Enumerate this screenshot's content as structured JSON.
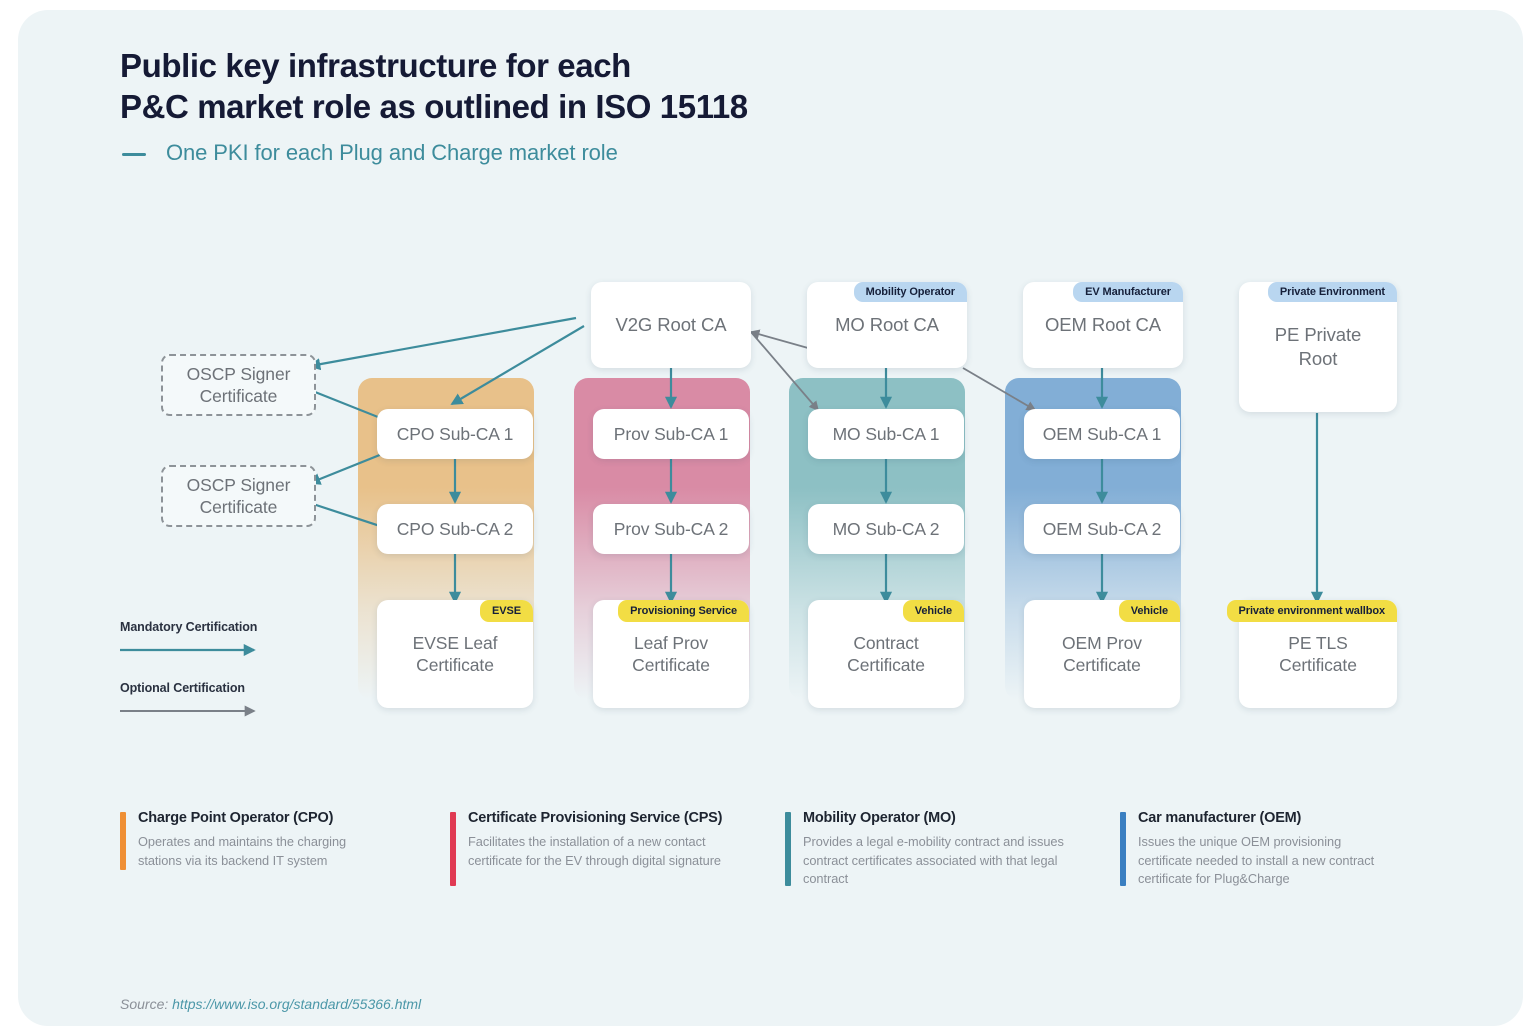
{
  "header": {
    "title_line1": "Public key infrastructure for each",
    "title_line2": "P&C market role as outlined in ISO 15118",
    "subtitle": "One PKI for each Plug and Charge market role"
  },
  "diagram": {
    "roots": [
      {
        "id": "v2g",
        "label": "V2G Root CA",
        "badge": null
      },
      {
        "id": "mo",
        "label": "MO Root CA",
        "badge": "Mobility Operator"
      },
      {
        "id": "oem",
        "label": "OEM Root CA",
        "badge": "EV Manufacturer"
      },
      {
        "id": "pe",
        "label": "PE Private\nRoot",
        "badge": "Private Environment"
      }
    ],
    "ocsp": [
      {
        "id": "ocsp1",
        "label": "OSCP Signer\nCertificate"
      },
      {
        "id": "ocsp2",
        "label": "OSCP Signer\nCertificate"
      }
    ],
    "columns": [
      {
        "id": "cpo",
        "color": "#e8c18a",
        "sub1": "CPO Sub-CA 1",
        "sub2": "CPO Sub-CA 2",
        "leaf": "EVSE Leaf\nCertificate",
        "leaf_badge": "EVSE"
      },
      {
        "id": "cps",
        "color": "#d98ba5",
        "sub1": "Prov Sub-CA 1",
        "sub2": "Prov Sub-CA 2",
        "leaf": "Leaf Prov\nCertificate",
        "leaf_badge": "Provisioning Service"
      },
      {
        "id": "mo",
        "color": "#8dc0c4",
        "sub1": "MO Sub-CA 1",
        "sub2": "MO Sub-CA 2",
        "leaf": "Contract\nCertificate",
        "leaf_badge": "Vehicle"
      },
      {
        "id": "oem",
        "color": "#82aed6",
        "sub1": "OEM Sub-CA 1",
        "sub2": "OEM Sub-CA 2",
        "leaf": "OEM Prov\nCertificate",
        "leaf_badge": "Vehicle"
      },
      {
        "id": "pe",
        "color": null,
        "sub1": null,
        "sub2": null,
        "leaf": "PE TLS\nCertificate",
        "leaf_badge": "Private environment wallbox"
      }
    ]
  },
  "legend": {
    "mandatory_label": "Mandatory Certification",
    "mandatory_color": "#3d8c9c",
    "optional_label": "Optional Certification",
    "optional_color": "#7a8088"
  },
  "footnotes": [
    {
      "color": "#ef8f35",
      "title": "Charge Point Operator (CPO)",
      "body": "Operates and maintains the charging stations via its backend IT system"
    },
    {
      "color": "#e03a53",
      "title": "Certificate Provisioning Service (CPS)",
      "body": "Facilitates the installation of a new contact certificate for the EV through digital signature"
    },
    {
      "color": "#3d8c9c",
      "title": "Mobility Operator (MO)",
      "body": "Provides a legal e-mobility contract and issues contract certificates associated with that legal contract"
    },
    {
      "color": "#3a7fc1",
      "title": "Car manufacturer (OEM)",
      "body": "Issues the unique OEM provisioning certificate needed to install a new contract certificate for Plug&Charge"
    }
  ],
  "source": {
    "prefix": "Source:",
    "url": "https://www.iso.org/standard/55366.html"
  }
}
